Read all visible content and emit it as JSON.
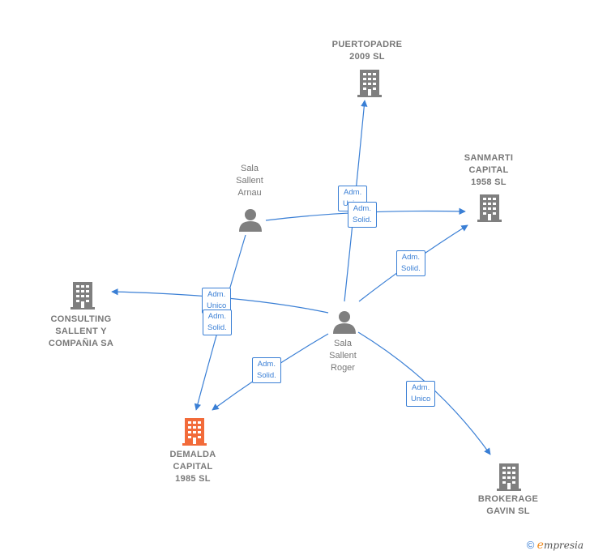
{
  "nodes": {
    "puertopadre": {
      "label": "PUERTOPADRE\n2009 SL",
      "kind": "company"
    },
    "sanmarti": {
      "label": "SANMARTI\nCAPITAL\n1958  SL",
      "kind": "company"
    },
    "consulting": {
      "label": "CONSULTING\nSALLENT Y\nCOMPAÑIA SA",
      "kind": "company"
    },
    "demalda": {
      "label": "DEMALDA\nCAPITAL\n1985  SL",
      "kind": "company-focus"
    },
    "brokerage": {
      "label": "BROKERAGE\nGAVIN SL",
      "kind": "company"
    },
    "arnau": {
      "label": "Sala\nSallent\nArnau",
      "kind": "person"
    },
    "roger": {
      "label": "Sala\nSallent\nRoger",
      "kind": "person"
    }
  },
  "edge_labels": {
    "adm_unico_1": "Adm.\nUnico",
    "adm_solid_1": "Adm.\nSolid.",
    "adm_solid_2": "Adm.\nSolid.",
    "adm_unico_2": "Adm.\nUnico",
    "adm_solid_3": "Adm.\nSolid.",
    "adm_solid_4": "Adm.\nSolid.",
    "adm_unico_3": "Adm.\nUnico"
  },
  "colors": {
    "edge": "#3a7fd5",
    "company_icon": "#7f7f7f",
    "focus_icon": "#f26b3a",
    "person_icon": "#7f7f7f"
  },
  "brand": {
    "symbol": "©",
    "initial": "e",
    "name": "mpresia"
  }
}
